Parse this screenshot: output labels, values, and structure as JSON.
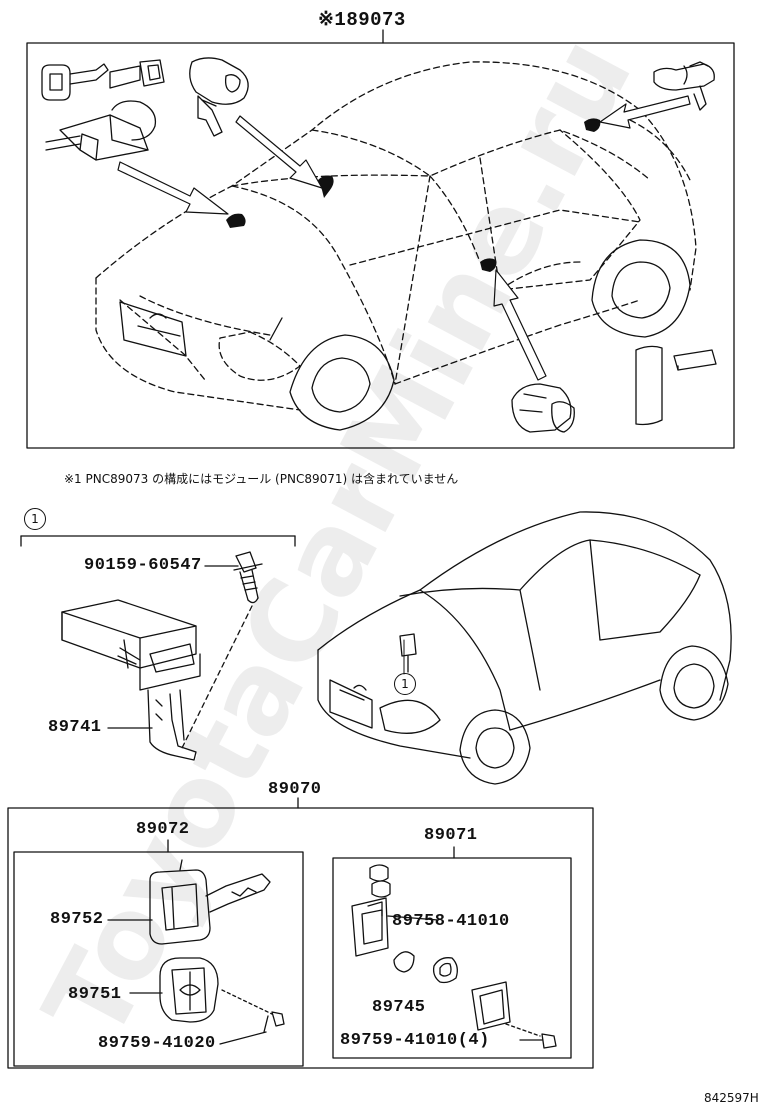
{
  "watermark": "ToyotaCarMine.ru",
  "top_assembly": {
    "label": "※189073"
  },
  "note": "※1 PNC89073 の構成にはモジュール (PNC89071) は含まれていません",
  "callout": {
    "number": "1"
  },
  "parts": {
    "bolt": "90159-60547",
    "bracket": "89741",
    "kit": "89070",
    "key_set": "89072",
    "key": "89752",
    "remote_case": "89751",
    "key_screw": "89759-41020",
    "module": "89071",
    "module_seal": "89758-41010",
    "battery": "89745",
    "module_screw": "89759-41010(4)"
  },
  "diagram_code": "842597H"
}
